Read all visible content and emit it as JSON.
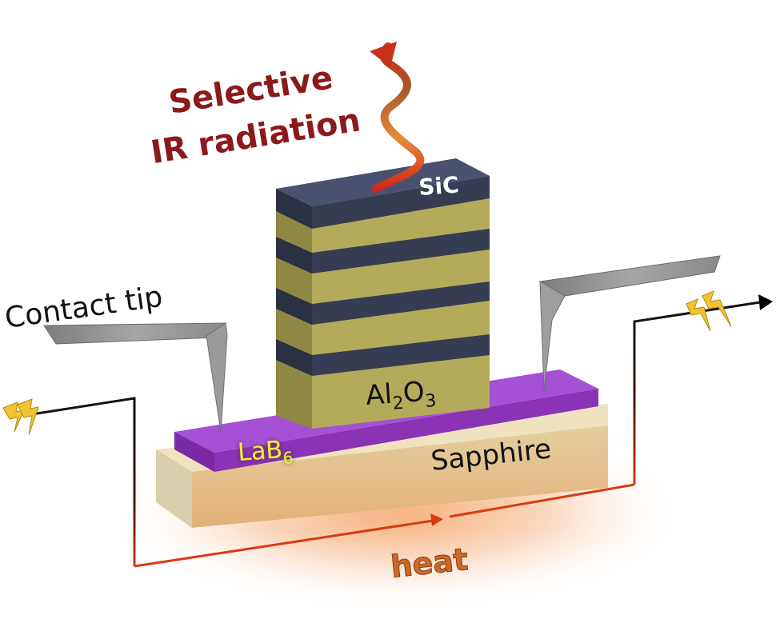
{
  "labels": {
    "title_line1": "Selective",
    "title_line2": "IR radiation",
    "contact_tip": "Contact tip",
    "sic": "SiC",
    "al2o3_base": "Al",
    "al2o3_sub1": "2",
    "al2o3_mid": "O",
    "al2o3_sub2": "3",
    "lab6_base": "LaB",
    "lab6_sub": "6",
    "sapphire": "Sapphire",
    "heat": "heat"
  },
  "colors": {
    "title": "#8b1a1a",
    "sic_layer": "#363d52",
    "sic_top": "#4a5170",
    "al2o3_layer": "#b3ab5a",
    "al2o3_side": "#8f8845",
    "lab6_top": "#a451d6",
    "lab6_front": "#8a33b5",
    "sapphire_front": "#e9cfa0",
    "sapphire_side": "#d8d0ac",
    "heat_line": "#d83a12",
    "heat_text": "#c96a2a",
    "lab6_text": "#f3ee3a",
    "tip_gray": "#8d8d8d",
    "bolt": "#f2c230"
  },
  "icons": {
    "wave_arrow": "wavy-arrow-icon",
    "lightning_left": "lightning-bolt-icon",
    "lightning_right": "lightning-bolt-icon",
    "current_arrow": "arrow-right-icon",
    "heat_arrow": "arrow-right-icon"
  }
}
